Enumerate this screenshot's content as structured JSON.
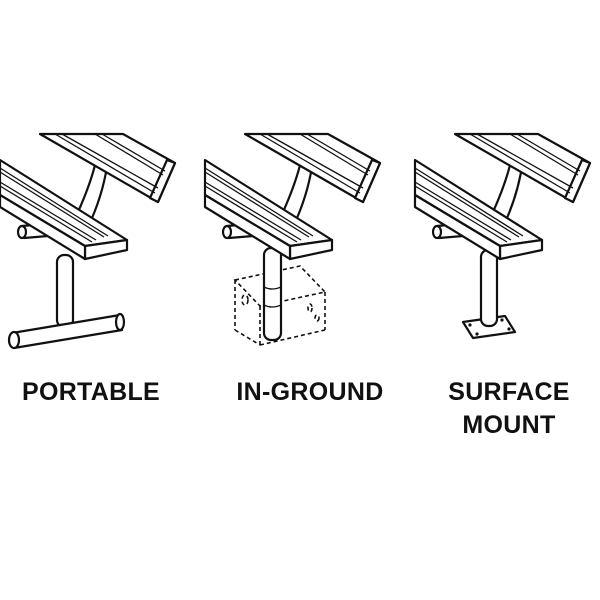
{
  "labels": {
    "portable": "PORTABLE",
    "in_ground": "IN-GROUND",
    "surface_mount_line1": "SURFACE",
    "surface_mount_line2": "MOUNT"
  }
}
